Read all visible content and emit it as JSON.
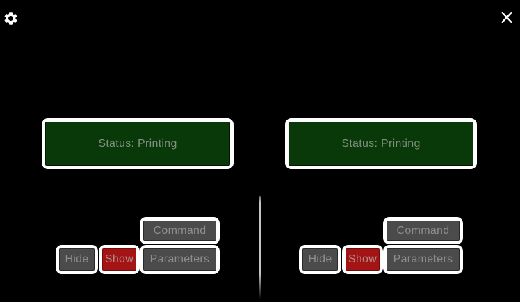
{
  "colors": {
    "background": "#000000",
    "frame": "#ffffff",
    "status_fill": "#093809",
    "status_text": "#7f8f7f",
    "button_fill": "#4b4b4b",
    "button_text": "#8e8e8e",
    "show_active_fill": "#a51414",
    "show_active_text": "#ab8d8d",
    "divider": "#c4c4c4"
  },
  "topbar": {
    "settings_icon": "gear-icon",
    "close_icon": "close-x-icon"
  },
  "stereo_view": {
    "status_label": "Status: Printing",
    "buttons": {
      "command": "Command",
      "hide": "Hide",
      "show": "Show",
      "parameters": "Parameters"
    },
    "show_button_state": "active"
  }
}
